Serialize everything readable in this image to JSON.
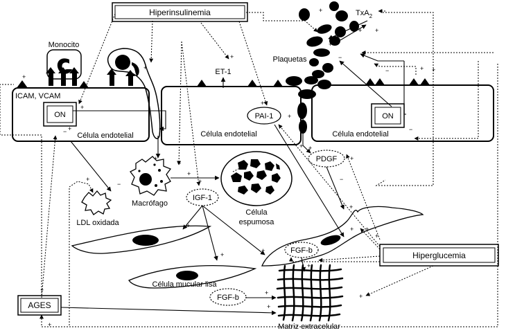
{
  "labels": {
    "hiperinsulinemia": "Hiperinsulinemia",
    "monocito": "Monocito",
    "icam_vcam": "ICAM, VCAM",
    "on_left": "ON",
    "celula_endotelial_1": "Célula endotelial",
    "celula_endotelial_2": "Célula endotelial",
    "celula_endotelial_3": "Célula endotelial",
    "et1": "ET-1",
    "pai1": "PAI-1",
    "plaquetas": "Plaquetas",
    "txa": "TxA",
    "txa_sub": "2",
    "on_right": "ON",
    "pdgf": "PDGF",
    "igf1": "IGF-1",
    "macrofago": "Macrófago",
    "ldl_oxidada": "LDL oxidada",
    "celula_espumosa_1": "Célula",
    "celula_espumosa_2": "espumosa",
    "celula_muscular_lisa": "Célula mucular lisa",
    "fgfb_1": "FGF-b",
    "fgfb_2": "FGF-b",
    "hiperglucemia": "Hiperglucemia",
    "ages": "AGES",
    "matriz_extracelular": "Matriz extracelular"
  },
  "signs": {
    "plus": "+",
    "minus": "−"
  }
}
